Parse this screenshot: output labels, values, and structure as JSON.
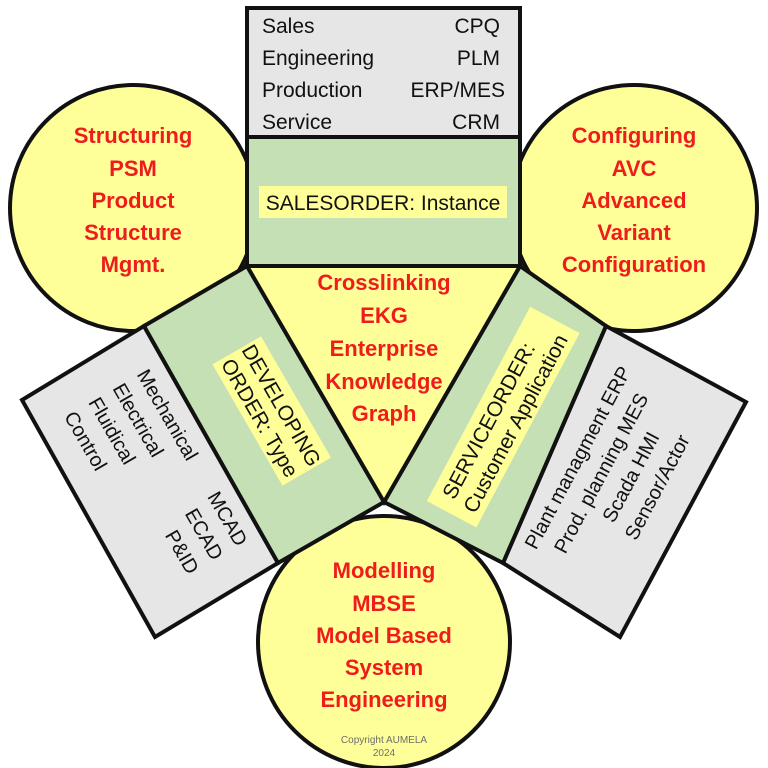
{
  "colors": {
    "circle": "#ffff99",
    "center": "#ffff99",
    "green": "#c5e0b4",
    "gray": "#e7e6e6",
    "label_bg": "#ffff99",
    "heading": "#ee1c1c",
    "outline": "#111111"
  },
  "top_box": {
    "rows": [
      {
        "left": "Sales",
        "right": "CPQ"
      },
      {
        "left": "Engineering",
        "right": "PLM"
      },
      {
        "left": "Production",
        "right": "ERP/MES"
      },
      {
        "left": "Service",
        "right": "CRM"
      }
    ]
  },
  "salesorder": {
    "label": "SALESORDER: Instance"
  },
  "developing": {
    "line1": "DEVELOPING",
    "line2": "ORDER: Type"
  },
  "serviceorder": {
    "line1": "SERVICEORDER:",
    "line2": "Customer Application"
  },
  "left_gray": {
    "rows": [
      {
        "left": "Mechanical",
        "right": "MCAD"
      },
      {
        "left": "Electrical",
        "right": "ECAD"
      },
      {
        "left": "Fluidical",
        "right": "P&ID"
      },
      {
        "left": "Control",
        "right": ""
      }
    ]
  },
  "right_gray": {
    "rows": [
      "Plant managment  ERP",
      "Prod. planning MES",
      "Scada HMI",
      "Sensor/Actor"
    ]
  },
  "circles": {
    "structuring": [
      "Structuring",
      "PSM",
      "Product",
      "Structure",
      "Mgmt."
    ],
    "configuring": [
      "Configuring",
      "AVC",
      "Advanced",
      "Variant",
      "Configuration"
    ],
    "modelling": [
      "Modelling",
      "MBSE",
      "Model Based",
      "System",
      "Engineering"
    ]
  },
  "center": [
    "Crosslinking",
    "EKG",
    "Enterprise",
    "Knowledge",
    "Graph"
  ],
  "copyright": {
    "line1": "Copyright AUMELA",
    "line2": "2024"
  }
}
